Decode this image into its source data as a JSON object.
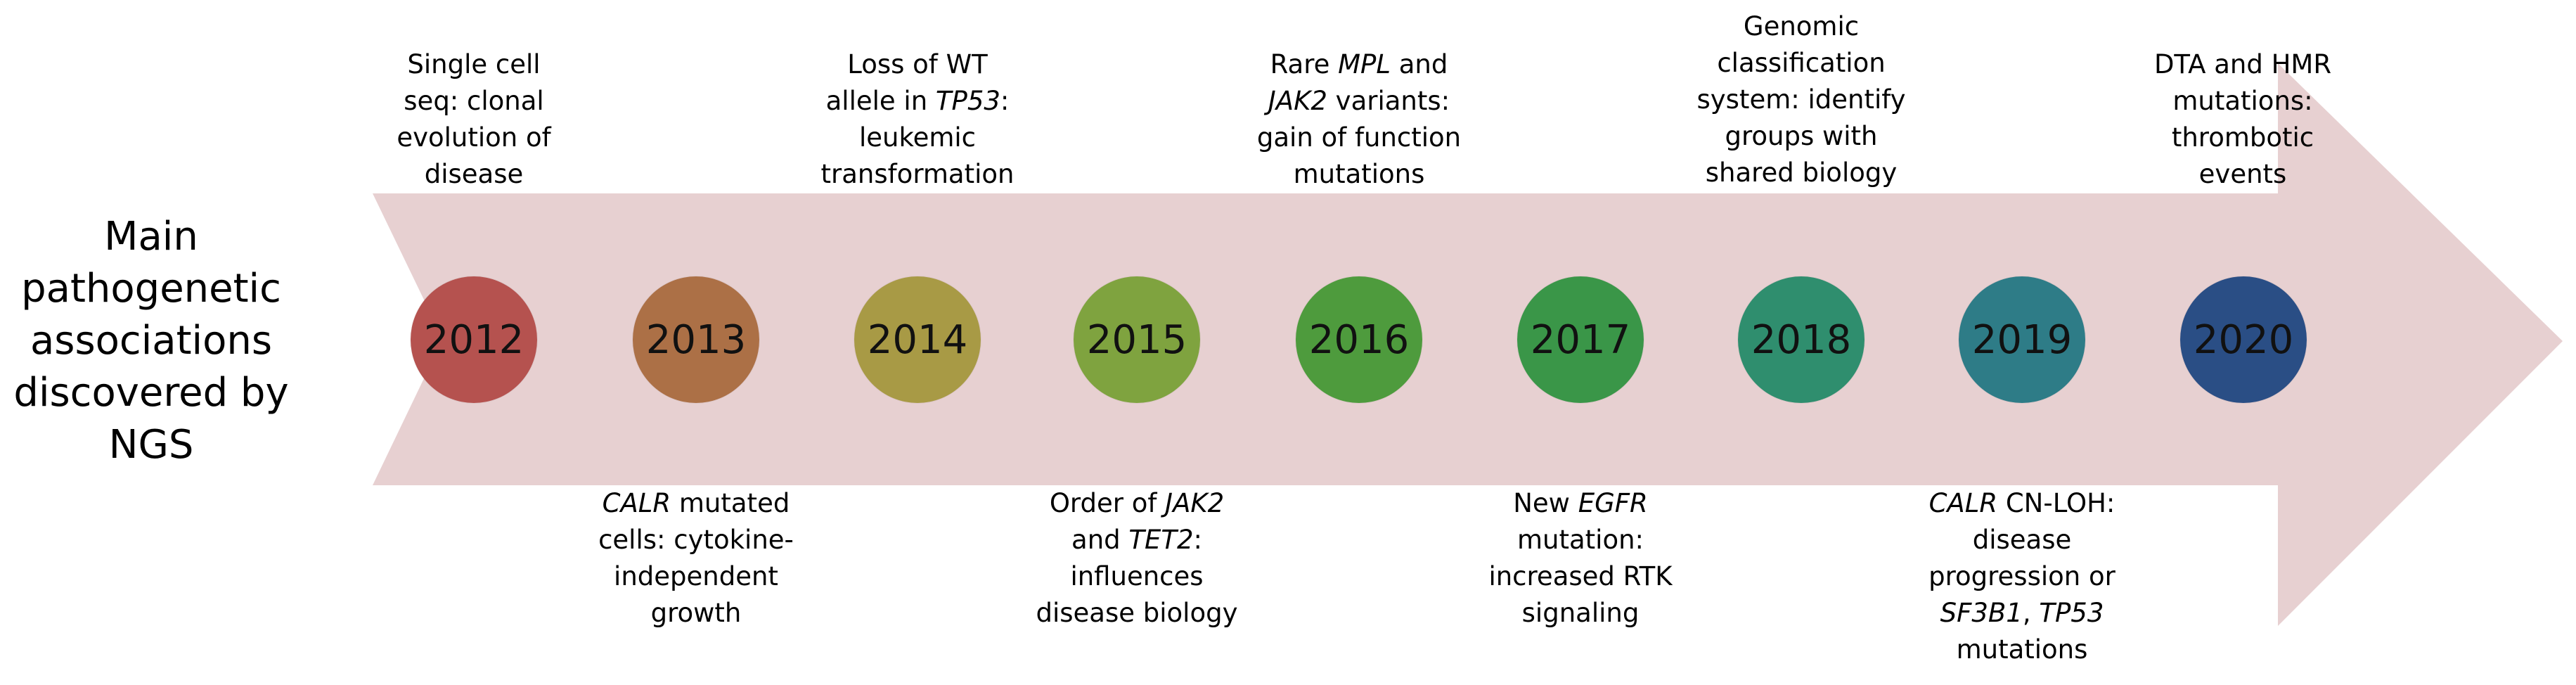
{
  "title_lines": [
    "Main",
    "pathogenetic",
    "associations",
    "discovered by",
    "NGS"
  ],
  "colors": {
    "arrow": "#e7d0d1"
  },
  "years": [
    {
      "label": "2012",
      "color": "#b5524f"
    },
    {
      "label": "2013",
      "color": "#ac7046"
    },
    {
      "label": "2014",
      "color": "#a89a45"
    },
    {
      "label": "2015",
      "color": "#7fa33f"
    },
    {
      "label": "2016",
      "color": "#4e9b3d"
    },
    {
      "label": "2017",
      "color": "#3a9648"
    },
    {
      "label": "2018",
      "color": "#2f8e6e"
    },
    {
      "label": "2019",
      "color": "#2e7c87"
    },
    {
      "label": "2020",
      "color": "#2a4e85"
    }
  ],
  "top_captions": {
    "c2012": [
      "Single cell",
      "seq: clonal",
      "evolution of",
      "disease"
    ],
    "c2014": {
      "l1": "Loss of WT",
      "l2a": "allele in ",
      "l2b": "TP53",
      "l2c": ":",
      "l3": "leukemic",
      "l4": "transformation"
    },
    "c2016": {
      "l1a": "Rare ",
      "l1b": "MPL",
      "l1c": " and",
      "l2a": "JAK2",
      "l2b": " variants:",
      "l3": "gain of function",
      "l4": "mutations"
    },
    "c2018": [
      "Genomic",
      "classification",
      "system: identify",
      "groups with",
      "shared biology"
    ],
    "c2020": [
      "DTA and HMR",
      "mutations:",
      "thrombotic",
      "events"
    ]
  },
  "bottom_captions": {
    "c2013": {
      "l1a": "CALR",
      "l1b": " mutated",
      "l2": "cells: cytokine-",
      "l3": "independent",
      "l4": "growth"
    },
    "c2015": {
      "l1a": "Order of ",
      "l1b": "JAK2",
      "l2a": "and ",
      "l2b": "TET2",
      "l2c": ":",
      "l3": "influences",
      "l4": "disease biology"
    },
    "c2017": {
      "l1a": "New ",
      "l1b": "EGFR",
      "l2": "mutation:",
      "l3": "increased RTK",
      "l4": "signaling"
    },
    "c2019": {
      "l1a": "CALR",
      "l1b": " CN-LOH:",
      "l2": "disease",
      "l3": "progression or",
      "l4a": "SF3B1",
      "l4b": ", ",
      "l4c": "TP53",
      "l5": "mutations"
    }
  }
}
